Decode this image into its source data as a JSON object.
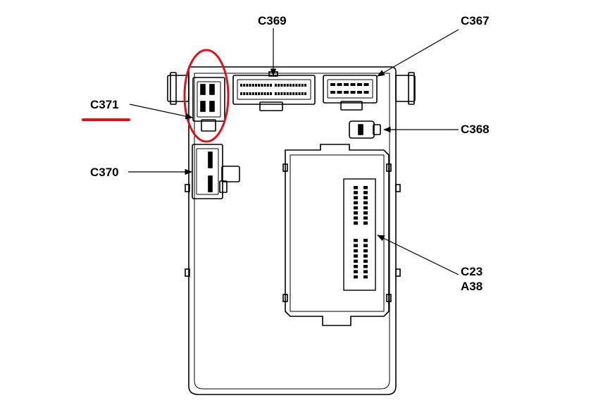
{
  "labels": {
    "c369": "C369",
    "c367": "C367",
    "c371": "C371",
    "c368": "C368",
    "c370": "C370",
    "c23": "C23",
    "a38": "A38"
  },
  "colors": {
    "line": "#000000",
    "highlight": "#d9141e",
    "background": "#ffffff"
  }
}
